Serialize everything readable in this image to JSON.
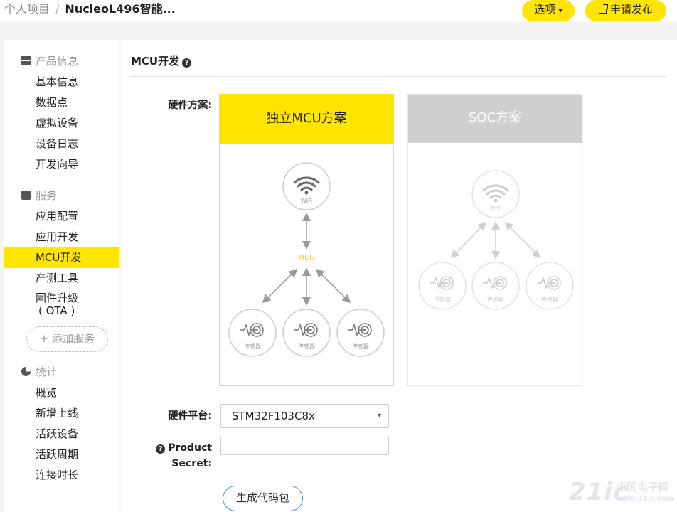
{
  "breadcrumb": {
    "parent": "个人项目",
    "separator": "/",
    "current": "NucleoL496智能..."
  },
  "header": {
    "options_label": "选项",
    "options_caret": "▾",
    "publish_label": "申请发布"
  },
  "sidebar": {
    "groups": [
      {
        "label": "产品信息",
        "icon": "grid-icon",
        "items": [
          "基本信息",
          "数据点",
          "虚拟设备",
          "设备日志",
          "开发向导"
        ]
      },
      {
        "label": "服务",
        "icon": "service-icon",
        "items": [
          "应用配置",
          "应用开发",
          "MCU开发",
          "产测工具"
        ],
        "item_two_line": [
          "固件升级",
          "( OTA )"
        ]
      },
      {
        "label": "统计",
        "icon": "pie-chart-icon",
        "items": [
          "概览",
          "新增上线",
          "活跃设备",
          "活跃周期",
          "连接时长"
        ]
      }
    ],
    "active_item": "MCU开发",
    "add_service_label": "+ 添加服务"
  },
  "main": {
    "title": "MCU开发",
    "hardware_scheme_label": "硬件方案:",
    "cards": {
      "mcu": {
        "title": "独立MCU方案",
        "hub_label": "WiFi",
        "center_label": "MCU",
        "sensor_label": "传感器",
        "selected": true
      },
      "soc": {
        "title": "SOC方案",
        "hub_label": "WiFi",
        "sensor_label": "传感器",
        "selected": false
      }
    },
    "hardware_platform_label": "硬件平台:",
    "platform_value": "STM32F103C8x",
    "product_secret_label_1": "Product",
    "product_secret_label_2": "Secret:",
    "product_secret_value": "",
    "generate_button_label": "生成代码包"
  },
  "watermark": {
    "big": "21ic",
    "name": "中国电子网",
    "url": "www.21ic.com"
  },
  "colors": {
    "accent": "#ffe500",
    "button_border": "#4a90c8",
    "card_disabled": "#cfcfcf"
  }
}
